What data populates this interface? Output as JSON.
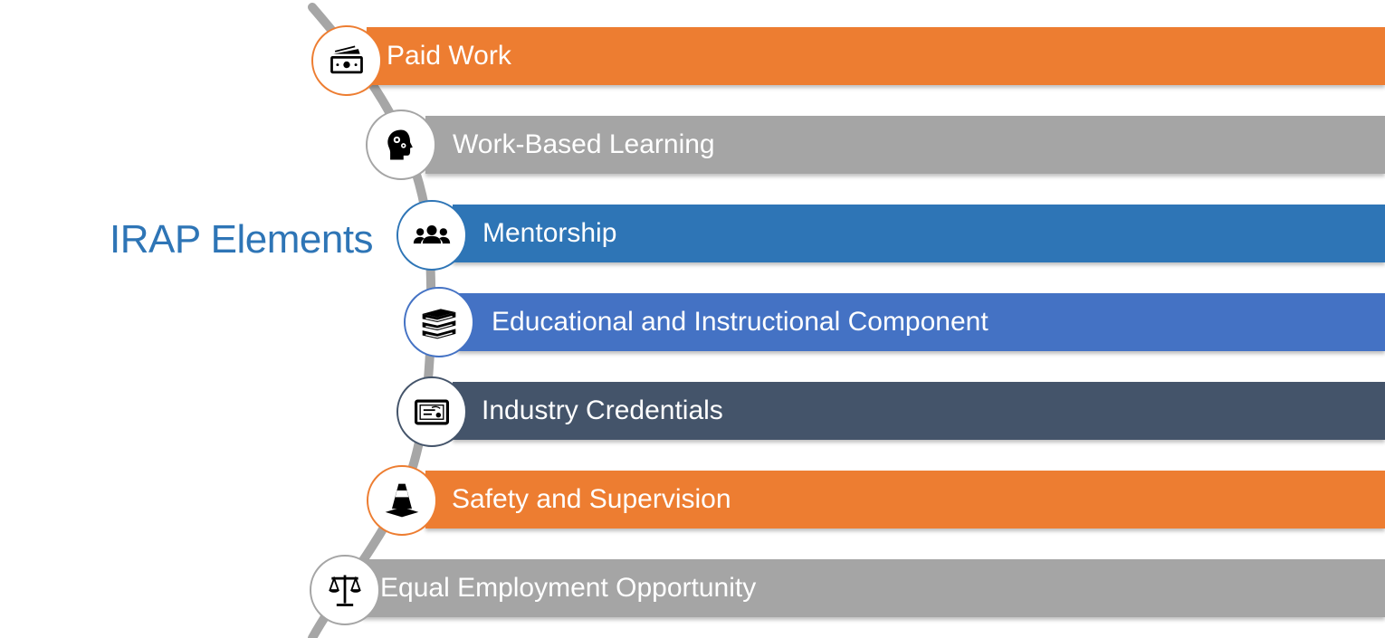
{
  "title": "IRAP Elements",
  "colors": {
    "orange": "#ed7d31",
    "gray": "#a5a5a5",
    "blue": "#2e75b6",
    "royal": "#4472c4",
    "slate": "#44546a",
    "spine": "#a6a6a6"
  },
  "items": [
    {
      "label": "Paid Work",
      "icon": "money-icon",
      "color": "#ed7d31"
    },
    {
      "label": "Work-Based Learning",
      "icon": "head-gears-icon",
      "color": "#a5a5a5"
    },
    {
      "label": "Mentorship",
      "icon": "people-group-icon",
      "color": "#2e75b6"
    },
    {
      "label": "Educational and Instructional Component",
      "icon": "books-icon",
      "color": "#4472c4"
    },
    {
      "label": "Industry Credentials",
      "icon": "certificate-icon",
      "color": "#44546a"
    },
    {
      "label": "Safety and Supervision",
      "icon": "traffic-cone-icon",
      "color": "#ed7d31"
    },
    {
      "label": "Equal Employment Opportunity",
      "icon": "scales-icon",
      "color": "#a5a5a5"
    }
  ]
}
